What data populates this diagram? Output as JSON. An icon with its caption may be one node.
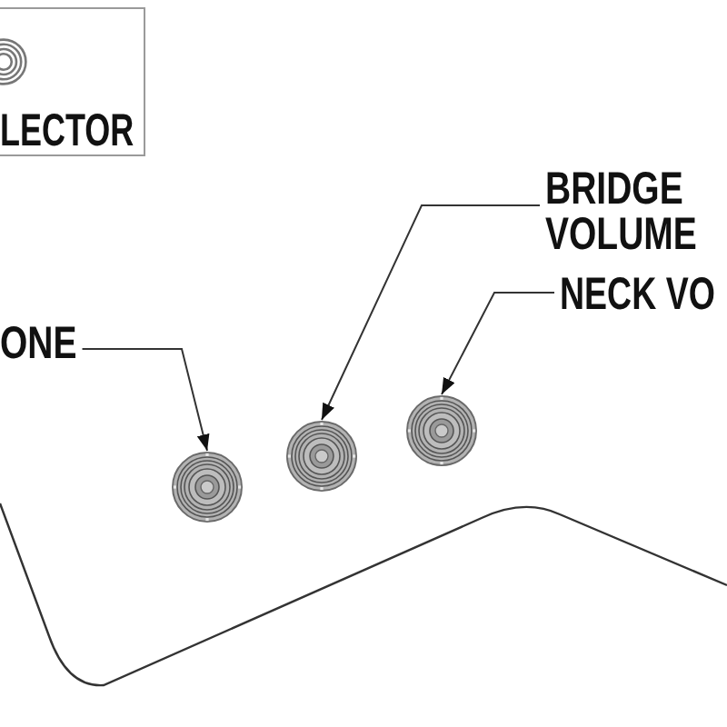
{
  "diagram": {
    "nodes": [
      {
        "text": [
          "LECTOR"
        ]
      },
      {
        "text": [
          "BRIDGE VOLUME"
        ]
      },
      {
        "text": [
          "NECK VO"
        ]
      },
      {
        "text": [
          "ONE"
        ]
      },
      {
        "text": [],
        "shape": "circle"
      },
      {
        "text": [],
        "shape": "circle"
      },
      {
        "text": [],
        "shape": "circle"
      }
    ],
    "edges": [
      {
        "from": 1,
        "to": 5,
        "arrow": "to"
      },
      {
        "from": 2,
        "to": 6,
        "arrow": "to"
      },
      {
        "from": 3,
        "to": 4,
        "arrow": "to"
      }
    ]
  }
}
